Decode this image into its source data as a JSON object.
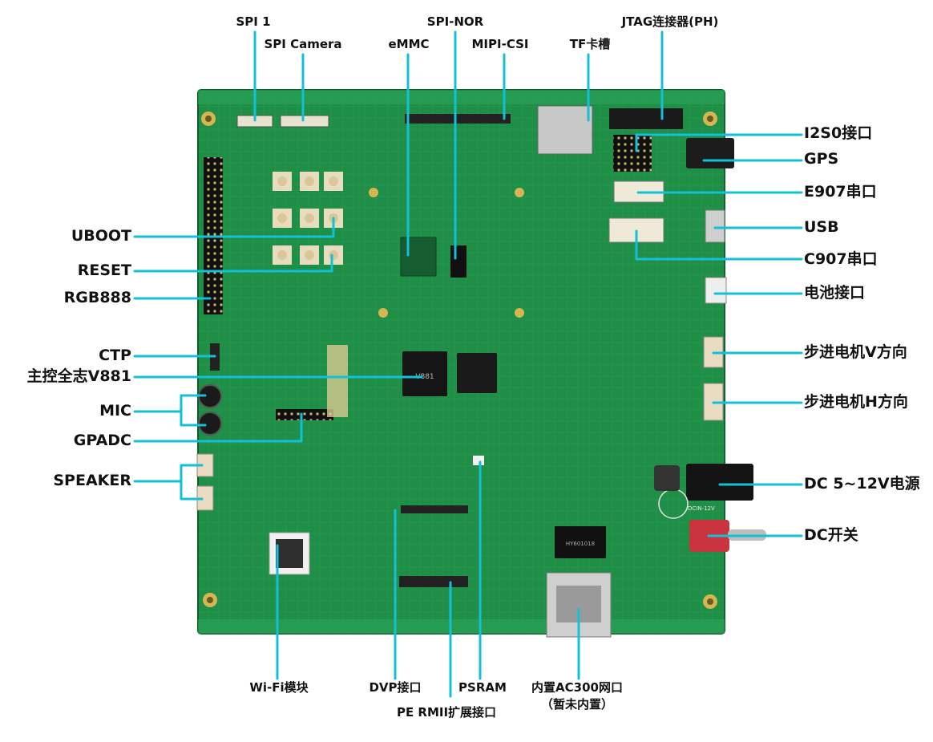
{
  "labels": {
    "spi1": "SPI 1",
    "spi_camera": "SPI Camera",
    "spi_nor": "SPI-NOR",
    "emmc": "eMMC",
    "mipi_csi": "MIPI-CSI",
    "tf_slot": "TF卡槽",
    "jtag": "JTAG连接器(PH)",
    "i2s0": "I2S0接口",
    "gps": "GPS",
    "e907_uart": "E907串口",
    "usb": "USB",
    "c907_uart": "C907串口",
    "battery": "电池接口",
    "stepper_v": "步进电机V方向",
    "stepper_h": "步进电机H方向",
    "dc_power": "DC 5~12V电源",
    "dc_switch": "DC开关",
    "uboot": "UBOOT",
    "reset": "RESET",
    "rgb888": "RGB888",
    "ctp": "CTP",
    "main_soc": "主控全志V881",
    "mic": "MIC",
    "gpadc": "GPADC",
    "speaker": "SPEAKER",
    "wifi": "Wi-Fi模块",
    "dvp": "DVP接口",
    "psram": "PSRAM",
    "pe_rmii": "PE RMII扩展接口",
    "ac300_line1": "内置AC300网口",
    "ac300_line2": "（暂未内置）"
  },
  "board_marks": {
    "soc_chip": "V881",
    "ethernet_jack": "HY601018",
    "dcin": "DCIN-12V"
  },
  "colors": {
    "leader": "#12c1d8",
    "pcb": "#1f8f47",
    "pcb_dark": "#156d35",
    "text": "#111111"
  }
}
